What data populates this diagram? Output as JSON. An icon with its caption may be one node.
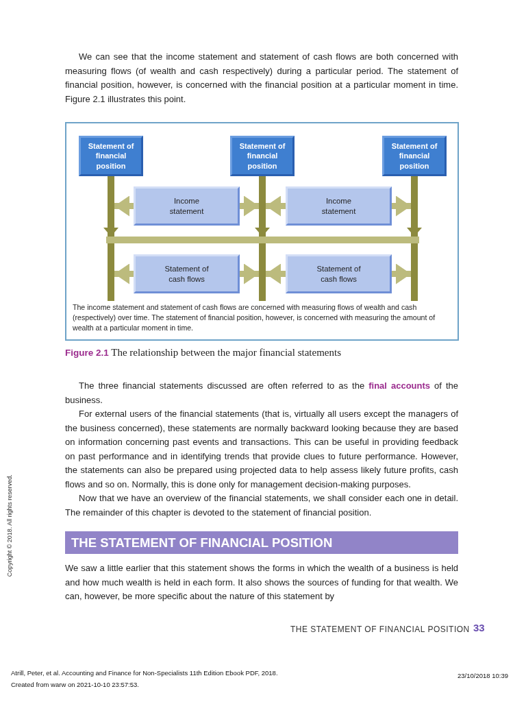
{
  "diagram": {
    "caption": "**Figure 2.1** The relationship between the major financial statements",
    "nodes": [
      {
        "text": [
          "The income statement and statement of cash flows are concerned with measuring flows of wealth and cash (respectively) over time. The statement of financial position, however, is concerned with measuring the amount of wealth at a particular moment in time."
        ]
      },
      {
        "text": [
          "Statement of financial position"
        ],
        "in": 0
      },
      {
        "text": [
          "Statement of financial position"
        ],
        "in": 0
      },
      {
        "text": [
          "Statement of financial position"
        ],
        "in": 0
      },
      {
        "text": [],
        "shape": "bar",
        "in": 0
      },
      {
        "text": [],
        "shape": "bar",
        "in": 0
      },
      {
        "text": [],
        "shape": "bar",
        "in": 0
      },
      {
        "text": [],
        "shape": "bar",
        "in": 0
      },
      {
        "text": [
          "Income statement"
        ],
        "in": 0
      },
      {
        "text": [
          "Income statement"
        ],
        "in": 0
      },
      {
        "text": [
          "Statement of cash flows"
        ],
        "in": 0
      },
      {
        "text": [
          "Statement of cash flows"
        ],
        "in": 0
      },
      {
        "text": [
          "THE STATEMENT OF FINANCIAL POSITION"
        ]
      },
      {
        "text": [],
        "shape": "bar",
        "in": 0
      },
      {
        "text": [],
        "shape": "bar",
        "in": 0
      },
      {
        "text": [],
        "shape": "bar",
        "in": 0
      }
    ],
    "edges": [
      {
        "from": 8,
        "to": 4,
        "arrow": "to"
      },
      {
        "from": 8,
        "to": 5,
        "arrow": "to"
      },
      {
        "from": 9,
        "to": 5,
        "arrow": "to"
      },
      {
        "from": 9,
        "to": 6,
        "arrow": "to"
      },
      {
        "from": 10,
        "to": 13,
        "arrow": "to"
      },
      {
        "from": 10,
        "to": 14,
        "arrow": "to"
      },
      {
        "from": 11,
        "to": 14,
        "arrow": "to"
      },
      {
        "from": 11,
        "to": 15,
        "arrow": "to"
      },
      {
        "from": 4,
        "to": 7,
        "arrow": "to",
        "color": "#8c8a3e"
      },
      {
        "from": 5,
        "to": 7,
        "arrow": "to",
        "color": "#8c8a3e"
      },
      {
        "from": 6,
        "to": 7,
        "arrow": "to",
        "color": "#8c8a3e"
      }
    ],
    "labels": [
      "We can see that the income statement and statement of cash flows are both concerned with measuring flows (of wealth and cash respectively) during a particular period. The statement of financial position, however, is concerned with the financial position at a particular moment in time. Figure 2.1 illustrates this point.",
      "The three financial statements discussed are often referred to as the **final accounts** of the business.",
      "For external users of the financial statements (that is, virtually all users except the managers of the business concerned), these statements are normally backward looking because they are based on information concerning past events and transactions. This can be useful in providing feedback on past performance and in identifying trends that provide clues to future performance. However, the statements can also be prepared using projected data to help assess likely future profits, cash flows and so on. Normally, this is done only for management decision-making purposes.",
      "Now that we have an overview of the financial statements, we shall consider each one in detail. The remainder of this chapter is devoted to the statement of financial position.",
      "We saw a little earlier that this statement shows the forms in which the wealth of a business is held and how much wealth is held in each form. It also shows the sources of funding for that wealth. We can, however, be more specific about the nature of this statement by",
      "THE STATEMENT OF FINANCIAL POSITION",
      "33",
      "Copyright © 2018. All rights reserved.",
      "Atrill, Peter, et al. Accounting and Finance for Non-Specialists 11th Edition Ebook PDF, 2018.",
      "23/10/2018 10:39",
      "Created from warw on 2021-10-10 23:57:53."
    ]
  }
}
